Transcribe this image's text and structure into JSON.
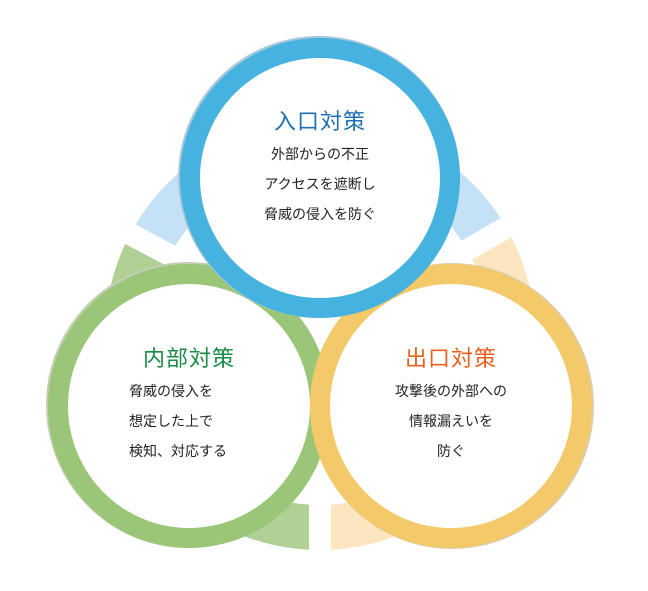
{
  "colors": {
    "entrance_ring": "#45b2e0",
    "entrance_arc": "#c5e1f5",
    "entrance_title": "#1f6fb5",
    "internal_ring": "#9bc577",
    "internal_arc": "#b0d095",
    "internal_title": "#1a8a45",
    "exit_ring": "#f3c969",
    "exit_arc": "#fbe6c0",
    "exit_title": "#e8601c",
    "body_text": "#222222"
  },
  "circles": {
    "entrance": {
      "title": "入口対策",
      "lines": [
        "外部からの不正",
        "アクセスを遮断し",
        "脅威の侵入を防ぐ"
      ]
    },
    "internal": {
      "title": "内部対策",
      "lines": [
        "脅威の侵入を",
        "想定した上で",
        "検知、対応する"
      ]
    },
    "exit": {
      "title": "出口対策",
      "lines": [
        "攻撃後の外部への",
        "情報漏えいを",
        "防ぐ"
      ]
    }
  }
}
